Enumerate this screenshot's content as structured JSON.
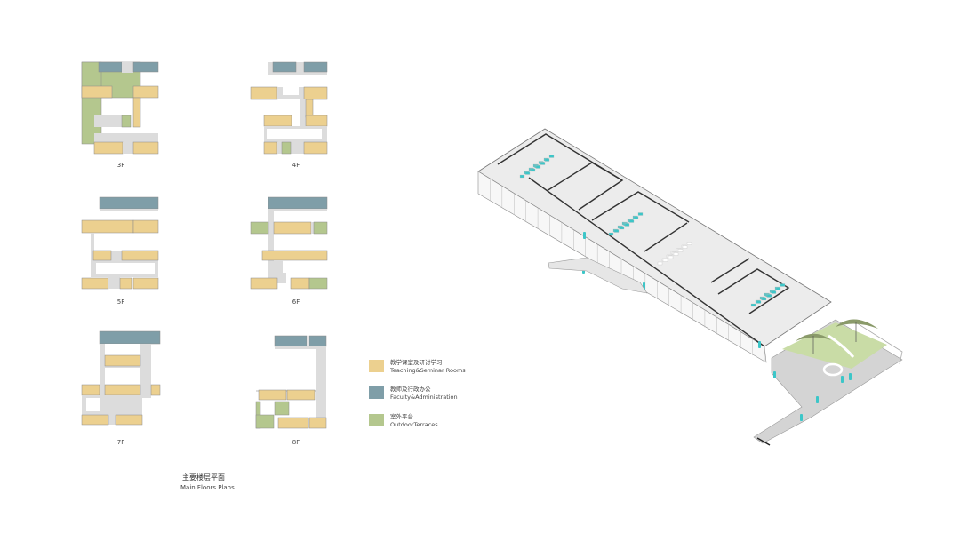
{
  "floors": [
    {
      "id": "3F",
      "label": "3F"
    },
    {
      "id": "4F",
      "label": "4F"
    },
    {
      "id": "5F",
      "label": "5F"
    },
    {
      "id": "6F",
      "label": "6F"
    },
    {
      "id": "7F",
      "label": "7F"
    },
    {
      "id": "8F",
      "label": "8F"
    }
  ],
  "legend": [
    {
      "cn": "教学课室及研讨学习",
      "en": "Teaching&Seminar Rooms",
      "color": "#ecd08f"
    },
    {
      "cn": "教师及行政办公",
      "en": "Faculty&Administration",
      "color": "#7f9ea8"
    },
    {
      "cn": "室外平台",
      "en": "OutdoorTerraces",
      "color": "#b4c78e"
    }
  ],
  "title": {
    "cn": "主要楼层平面",
    "en": "Main Floors Plans"
  },
  "colors": {
    "circulation": "#dcdcdc",
    "people": "#3cc6c8",
    "terrace": "#c9dca6",
    "umbrella": "#8a9a6a"
  }
}
